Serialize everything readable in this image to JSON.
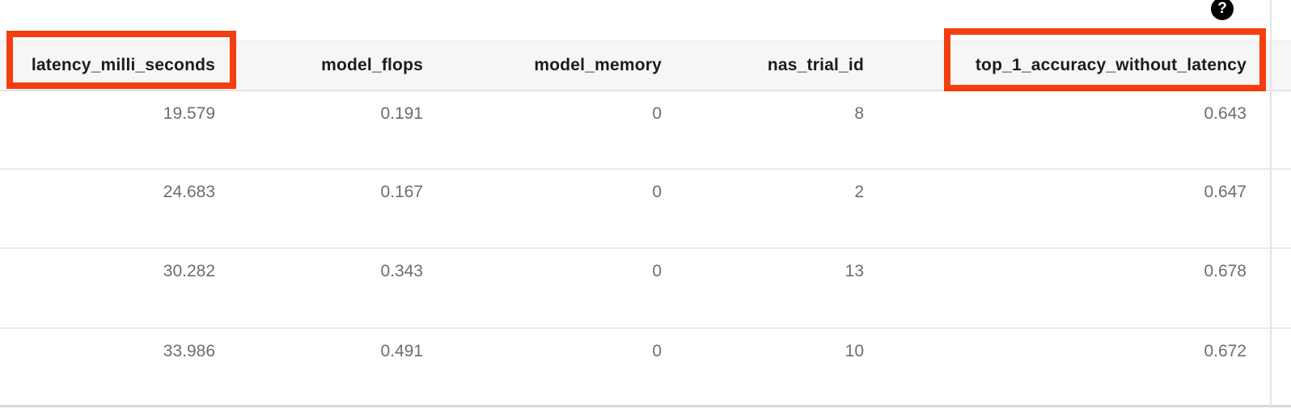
{
  "panel": {
    "help_icon_glyph": "?",
    "annotation_color": "#f43e11",
    "header_bg_color": "#f6f6f6",
    "value_text_color": "#6d6d6d",
    "header_text_color": "#1c1c1c"
  },
  "table": {
    "columns": [
      {
        "label": "latency_milli_seconds",
        "highlighted": true
      },
      {
        "label": "model_flops",
        "highlighted": false
      },
      {
        "label": "model_memory",
        "highlighted": false
      },
      {
        "label": "nas_trial_id",
        "highlighted": false
      },
      {
        "label": "top_1_accuracy_without_latency",
        "highlighted": true
      }
    ],
    "rows": [
      [
        "19.579",
        "0.191",
        "0",
        "8",
        "0.643"
      ],
      [
        "24.683",
        "0.167",
        "0",
        "2",
        "0.647"
      ],
      [
        "30.282",
        "0.343",
        "0",
        "13",
        "0.678"
      ],
      [
        "33.986",
        "0.491",
        "0",
        "10",
        "0.672"
      ]
    ]
  }
}
